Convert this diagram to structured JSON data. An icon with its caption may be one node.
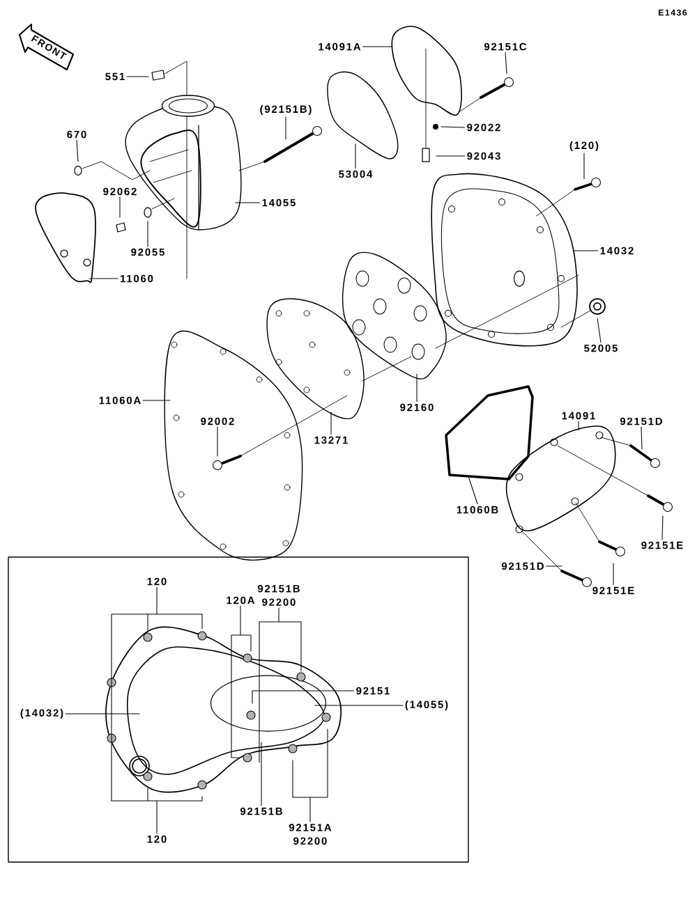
{
  "diagram": {
    "nodes": [
      {
        "text": [
          "551"
        ]
      },
      {
        "text": [
          "670"
        ]
      },
      {
        "text": [
          "92062"
        ]
      },
      {
        "text": [
          "92055"
        ]
      },
      {
        "text": [
          "11060"
        ]
      },
      {
        "text": [
          "14055"
        ]
      },
      {
        "text": [
          "(92151B)"
        ]
      },
      {
        "text": [
          "14091A"
        ]
      },
      {
        "text": [
          "53004"
        ]
      },
      {
        "text": [
          "92151C"
        ]
      },
      {
        "text": [
          "92022"
        ]
      },
      {
        "text": [
          "92043"
        ]
      },
      {
        "text": [
          "(120)"
        ]
      },
      {
        "text": [
          "14032"
        ]
      },
      {
        "text": [
          "52005"
        ]
      },
      {
        "text": [
          "11060A"
        ]
      },
      {
        "text": [
          "92002"
        ]
      },
      {
        "text": [
          "13271"
        ]
      },
      {
        "text": [
          "92160"
        ]
      },
      {
        "text": [
          "14091"
        ]
      },
      {
        "text": [
          "92151D"
        ]
      },
      {
        "text": [
          "11060B"
        ]
      },
      {
        "text": [
          "92151E"
        ]
      },
      {
        "text": [
          "92151D"
        ]
      },
      {
        "text": [
          "92151E"
        ]
      },
      {
        "text": [],
        "shape": "box"
      },
      {
        "text": [
          "120"
        ],
        "in": 25
      },
      {
        "text": [
          "120A"
        ],
        "in": 25
      },
      {
        "text": [
          "92151B",
          "92200"
        ],
        "in": 25
      },
      {
        "text": [
          "92151"
        ],
        "in": 25
      },
      {
        "text": [
          "(14032)"
        ],
        "in": 25
      },
      {
        "text": [
          "(14055)"
        ],
        "in": 25
      },
      {
        "text": [
          "92151B"
        ],
        "in": 25
      },
      {
        "text": [
          "92151A",
          "92200"
        ],
        "in": 25
      },
      {
        "text": [
          "120"
        ],
        "in": 25
      }
    ],
    "edges": [
      {
        "from": 0,
        "to": null,
        "arrow": "none"
      },
      {
        "from": 1,
        "to": null,
        "arrow": "none"
      },
      {
        "from": 2,
        "to": null,
        "arrow": "none"
      },
      {
        "from": 3,
        "to": null,
        "arrow": "none"
      },
      {
        "from": 4,
        "to": null,
        "arrow": "none"
      },
      {
        "from": 5,
        "to": null,
        "arrow": "none"
      },
      {
        "from": 6,
        "to": null,
        "arrow": "none"
      },
      {
        "from": 7,
        "to": null,
        "arrow": "none"
      },
      {
        "from": 8,
        "to": null,
        "arrow": "none"
      },
      {
        "from": 9,
        "to": null,
        "arrow": "none"
      },
      {
        "from": 10,
        "to": null,
        "arrow": "none"
      },
      {
        "from": 11,
        "to": null,
        "arrow": "none"
      },
      {
        "from": 12,
        "to": null,
        "arrow": "none"
      },
      {
        "from": 13,
        "to": null,
        "arrow": "none"
      },
      {
        "from": 14,
        "to": null,
        "arrow": "none"
      },
      {
        "from": 15,
        "to": null,
        "arrow": "none"
      },
      {
        "from": 16,
        "to": null,
        "arrow": "none"
      },
      {
        "from": 17,
        "to": null,
        "arrow": "none"
      },
      {
        "from": 18,
        "to": null,
        "arrow": "none"
      },
      {
        "from": 19,
        "to": null,
        "arrow": "none"
      },
      {
        "from": 20,
        "to": null,
        "arrow": "none"
      },
      {
        "from": 21,
        "to": null,
        "arrow": "none"
      },
      {
        "from": 22,
        "to": null,
        "arrow": "none"
      },
      {
        "from": 23,
        "to": null,
        "arrow": "none"
      },
      {
        "from": 24,
        "to": null,
        "arrow": "none"
      },
      {
        "from": 26,
        "to": null,
        "arrow": "none"
      },
      {
        "from": 27,
        "to": null,
        "arrow": "none"
      },
      {
        "from": 28,
        "to": null,
        "arrow": "none"
      },
      {
        "from": 29,
        "to": null,
        "arrow": "none"
      },
      {
        "from": 30,
        "to": null,
        "arrow": "none"
      },
      {
        "from": 31,
        "to": null,
        "arrow": "none"
      },
      {
        "from": 32,
        "to": null,
        "arrow": "none"
      },
      {
        "from": 33,
        "to": null,
        "arrow": "none"
      },
      {
        "from": 34,
        "to": null,
        "arrow": "none"
      }
    ],
    "labels": [
      "E1436",
      "FRONT"
    ]
  }
}
